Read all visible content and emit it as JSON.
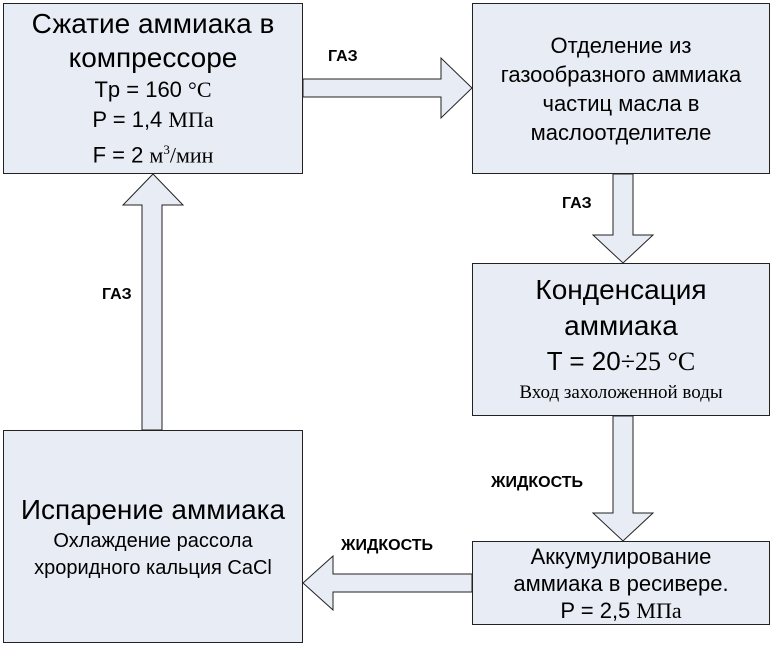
{
  "boxes": {
    "compress": {
      "title": "Сжатие аммиака в компрессоре",
      "temp_label": "Tр = 160 ",
      "temp_unit": "°С",
      "pressure_label": "P = 1,4 ",
      "pressure_unit": "МПа",
      "flow_label": "F = 2 ",
      "flow_unit": "м",
      "flow_exp": "3",
      "flow_unit_tail": "/мин"
    },
    "separate": {
      "title": "Отделение из газообразного аммиака частиц масла в маслоотделителе"
    },
    "condense": {
      "title": "Конденсация аммиака",
      "temp_label": "T = 20",
      "temp_range": "÷25 °С",
      "note": "Вход захоложенной воды"
    },
    "receiver": {
      "title": "Аккумулирование аммиака в ресивере.",
      "pressure_label": "P = 2,5 ",
      "pressure_unit": "МПа"
    },
    "evaporate": {
      "title": "Испарение аммиака",
      "note": "Охлаждение рассола хроридного кальция CaCl"
    }
  },
  "arrows": {
    "compress_to_separate": "ГАЗ",
    "separate_to_condense": "ГАЗ",
    "condense_to_receiver": "ЖИДКОСТЬ",
    "receiver_to_evaporate": "ЖИДКОСТЬ",
    "evaporate_to_compress": "ГАЗ"
  },
  "colors": {
    "box_fill": "#e8ecf4",
    "arrow_fill": "#e8ecf4",
    "border": "#222222"
  }
}
